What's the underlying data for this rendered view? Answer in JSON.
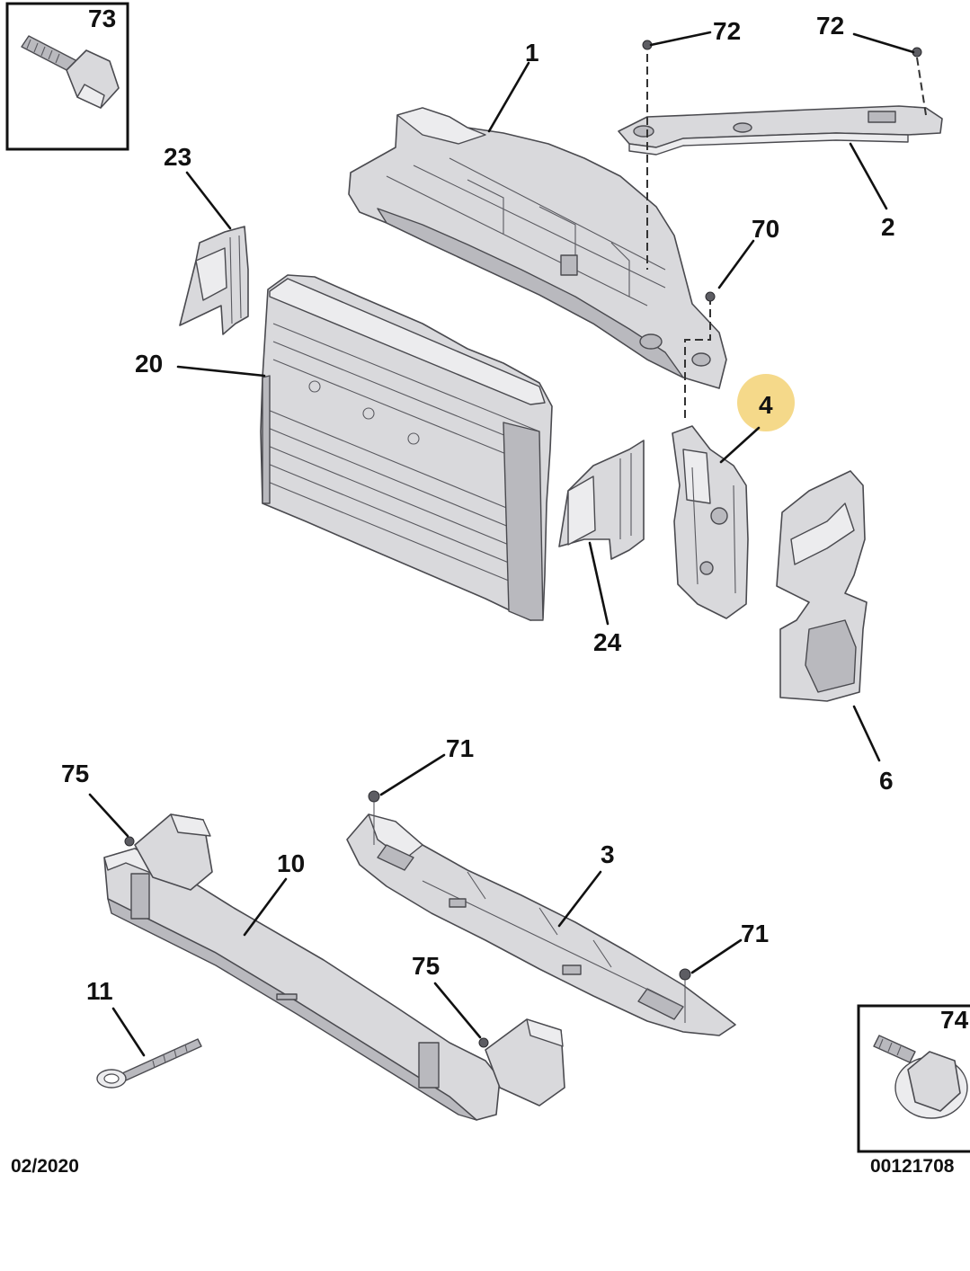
{
  "callouts": {
    "c73": "73",
    "c72a": "72",
    "c72b": "72",
    "c1": "1",
    "c2": "2",
    "c23": "23",
    "c70": "70",
    "c20": "20",
    "c4": "4",
    "c24": "24",
    "c6": "6",
    "c71a": "71",
    "c75a": "75",
    "c3": "3",
    "c10": "10",
    "c71b": "71",
    "c75b": "75",
    "c11": "11",
    "c74": "74"
  },
  "highlight_color": "#f5d98a",
  "footer": {
    "date": "02/2020",
    "reference": "00121708"
  }
}
